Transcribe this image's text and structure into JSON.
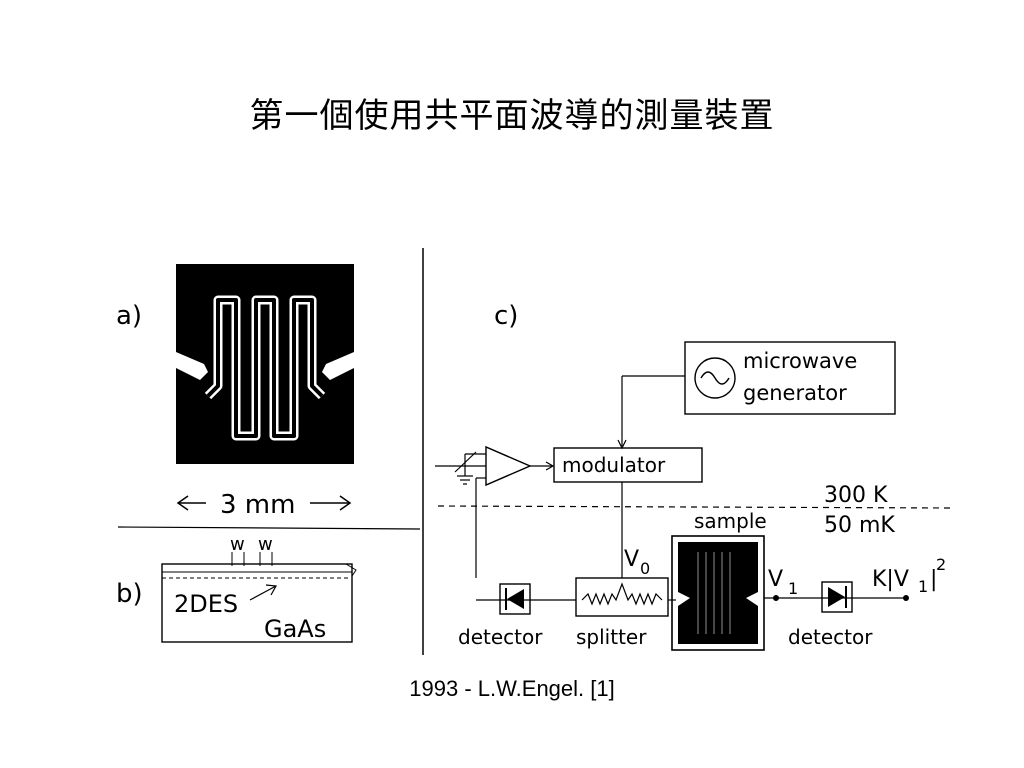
{
  "slide": {
    "title": "第一個使用共平面波導的測量裝置",
    "caption": "1993 - L.W.Engel. [1]"
  },
  "figure": {
    "panel_a_label": "a)",
    "panel_b_label": "b)",
    "panel_c_label": "c)",
    "scale_label": "3 mm",
    "w_label_1": "w",
    "w_label_2": "w",
    "layer_2des": "2DES",
    "substrate": "GaAs",
    "microwave_line1": "microwave",
    "microwave_line2": "generator",
    "modulator": "modulator",
    "temp_room": "300 K",
    "temp_cold": "50 mK",
    "sample": "sample",
    "v0": "V",
    "v0_sub": "0",
    "v1": "V",
    "v1_sub": "1",
    "k_formula_prefix": "K|V",
    "k_formula_sub": "1",
    "k_formula_suffix": "|",
    "k_formula_sup": "2",
    "detector_left": "detector",
    "splitter": "splitter",
    "detector_right": "detector"
  }
}
